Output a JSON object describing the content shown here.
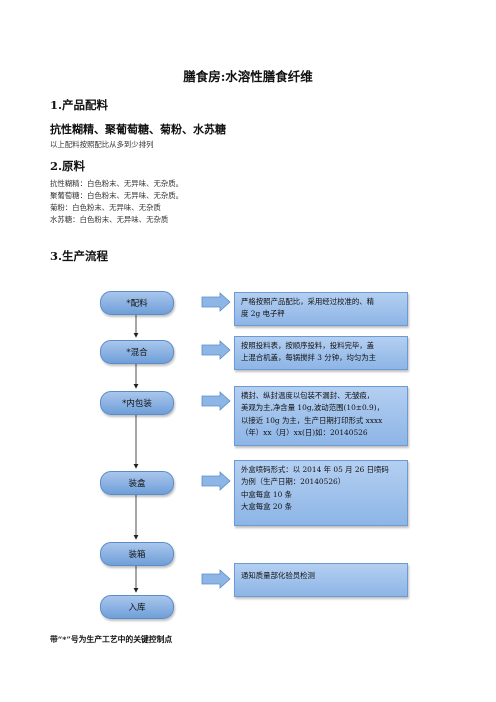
{
  "title": "膳食房:水溶性膳食纤维",
  "section1": {
    "heading": "1.产品配料",
    "ingredients": "抗性糊精、聚葡萄糖、菊粉、水苏糖",
    "note": "以上配料按照配比从多到少排列"
  },
  "section2": {
    "heading": "2.原料",
    "lines": [
      "抗性糊精：白色粉末、无异味、无杂质。",
      "聚葡萄糖：白色粉末、无异味、无杂质。",
      "菊粉：白色粉末、无异味、无杂质",
      "水苏糖：白色粉末、无异味、无杂质"
    ]
  },
  "section3": {
    "heading": "3.生产流程"
  },
  "flow": {
    "steps": [
      "*配料",
      "*混合",
      "*内包装",
      "装盒",
      "装箱",
      "入库"
    ],
    "notes": [
      [
        "严格按照产品配比，采用经过校准的、精",
        "度  2g 电子秤"
      ],
      [
        "按照投料表，按顺序投料，投料完毕，盖",
        "上混合机盖，每锅搅拌 3 分钟，均匀为主"
      ],
      [
        "横封、纵封温度以包装不漏封、无皱痕，",
        "美观为主,净含量 10g,波动范围(10±0.9)，",
        "以接近 10g 为主，生产日期打印形式 xxxx",
        "（年）xx（月）xx(日)如：20140526"
      ],
      [
        "外盒喷码形式：以 2014 年 05 月 26 日喷码",
        "为例（生产日期：20140526）",
        "中盒每盒 10 条",
        "大盒每盒 20 条"
      ],
      [
        "通知质量部化验员检测"
      ]
    ]
  },
  "footnote": "带“*”号为生产工艺中的关键控制点"
}
